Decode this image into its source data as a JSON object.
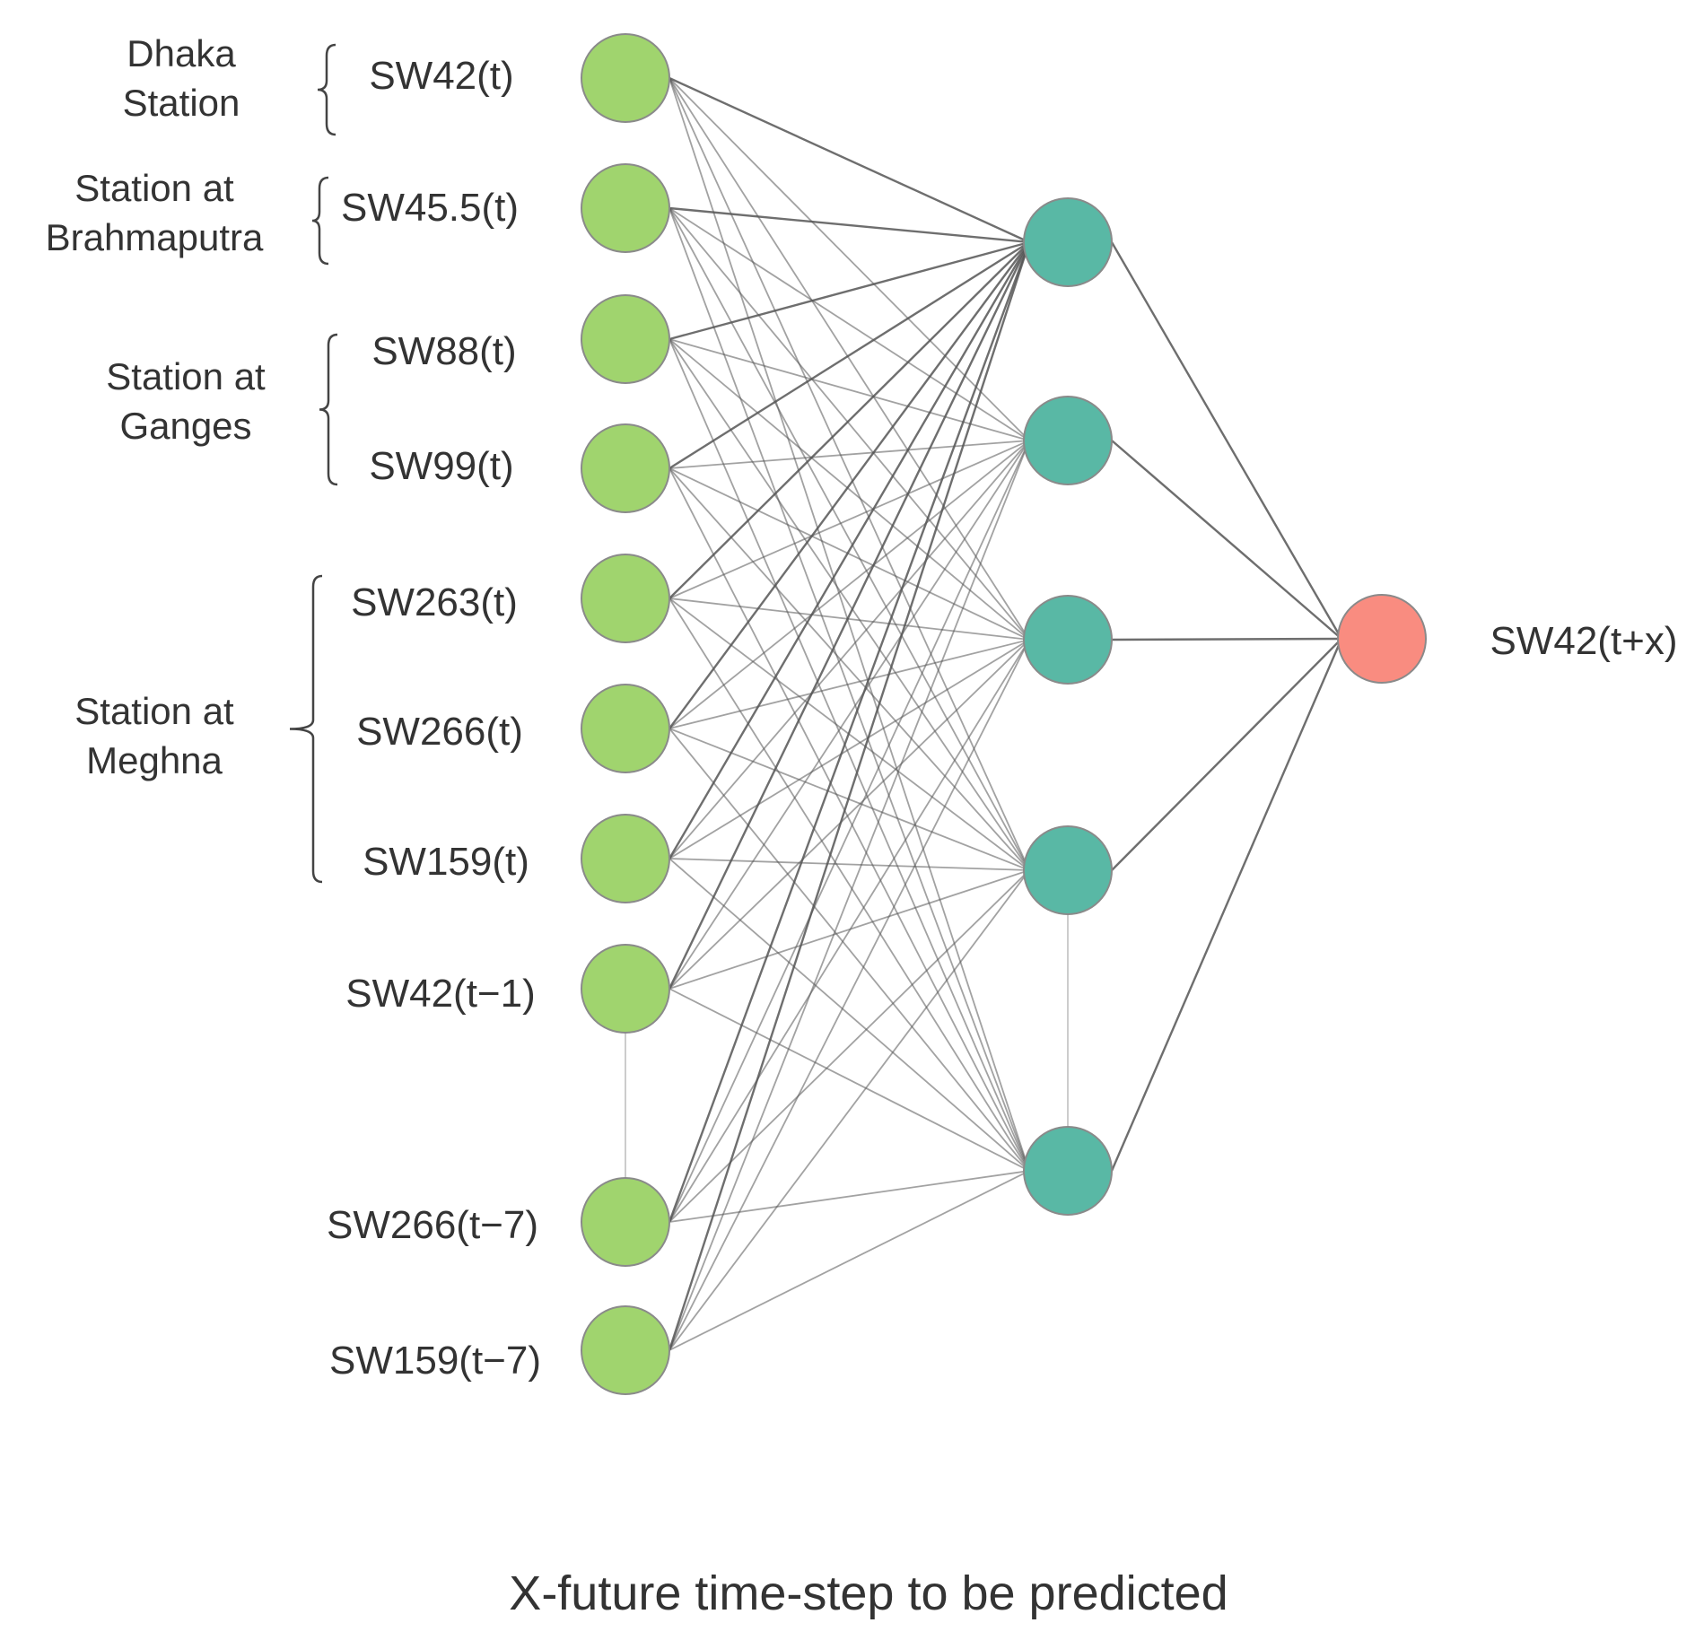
{
  "groups": [
    {
      "label_lines": [
        "Dhaka",
        "Station"
      ]
    },
    {
      "label_lines": [
        "Station at",
        "Brahmaputra"
      ]
    },
    {
      "label_lines": [
        "Station at",
        "Ganges"
      ]
    },
    {
      "label_lines": [
        "Station at",
        "Meghna"
      ]
    }
  ],
  "inputs": [
    {
      "label": "SW42(t)"
    },
    {
      "label": "SW45.5(t)"
    },
    {
      "label": "SW88(t)"
    },
    {
      "label": "SW99(t)"
    },
    {
      "label": "SW263(t)"
    },
    {
      "label": "SW266(t)"
    },
    {
      "label": "SW159(t)"
    },
    {
      "label": "SW42(t−1)"
    },
    {
      "label": "SW266(t−7)"
    },
    {
      "label": "SW159(t−7)"
    }
  ],
  "hidden_count": 5,
  "output": {
    "label": "SW42(t+x)"
  },
  "caption": "X-future  time-step to be predicted",
  "colors": {
    "input_node": "#a0d46e",
    "hidden_node": "#59b8a5",
    "output_node": "#f98c80",
    "node_stroke": "#8a8a8a",
    "edge": "#555555",
    "ellipsis_line": "#cccccc"
  }
}
